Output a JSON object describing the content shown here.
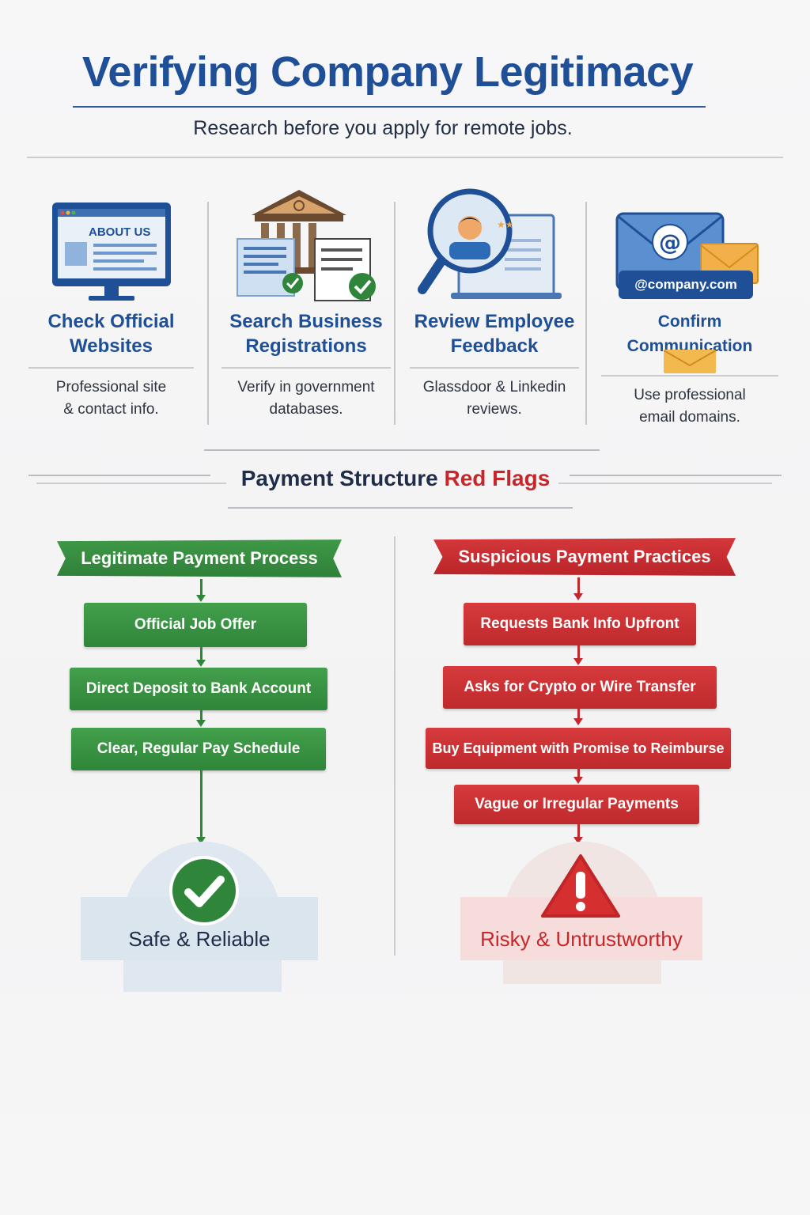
{
  "header": {
    "title": "Verifying Company Legitimacy",
    "subtitle": "Research before you apply for remote jobs."
  },
  "columns": [
    {
      "icon": "monitor-about-us-icon",
      "icon_text": "ABOUT US",
      "title_line1": "Check Official",
      "title_line2": "Websites",
      "desc_line1": "Professional site",
      "desc_line2": "& contact info."
    },
    {
      "icon": "bank-documents-check-icon",
      "title_line1": "Search Business",
      "title_line2": "Registrations",
      "desc_line1": "Verify in government",
      "desc_line2": "databases."
    },
    {
      "icon": "magnifier-profile-icon",
      "title_line1": "Review Employee",
      "title_line2": "Feedback",
      "desc_line1": "Glassdoor & Linkedin",
      "desc_line2": "reviews."
    },
    {
      "icon": "email-at-icon",
      "icon_text": "@company.com",
      "title_line1": "Confirm Communication",
      "desc_line1": "Use professional",
      "desc_line2": "email domains."
    }
  ],
  "section": {
    "title_main": "Payment Structure",
    "title_accent": "Red Flags"
  },
  "legit": {
    "banner": "Legitimate Payment Process",
    "steps": [
      "Official Job Offer",
      "Direct Deposit to Bank Account",
      "Clear, Regular Pay Schedule"
    ],
    "result": "Safe & Reliable"
  },
  "suspicious": {
    "banner": "Suspicious Payment Practices",
    "steps": [
      "Requests Bank Info Upfront",
      "Asks for Crypto or Wire Transfer",
      "Buy Equipment with Promise to Reimburse",
      "Vague or Irregular Payments"
    ],
    "result": "Risky & Untrustworthy"
  },
  "colors": {
    "brand_blue": "#1f4f97",
    "green": "#2f8539",
    "red": "#c8262a"
  }
}
